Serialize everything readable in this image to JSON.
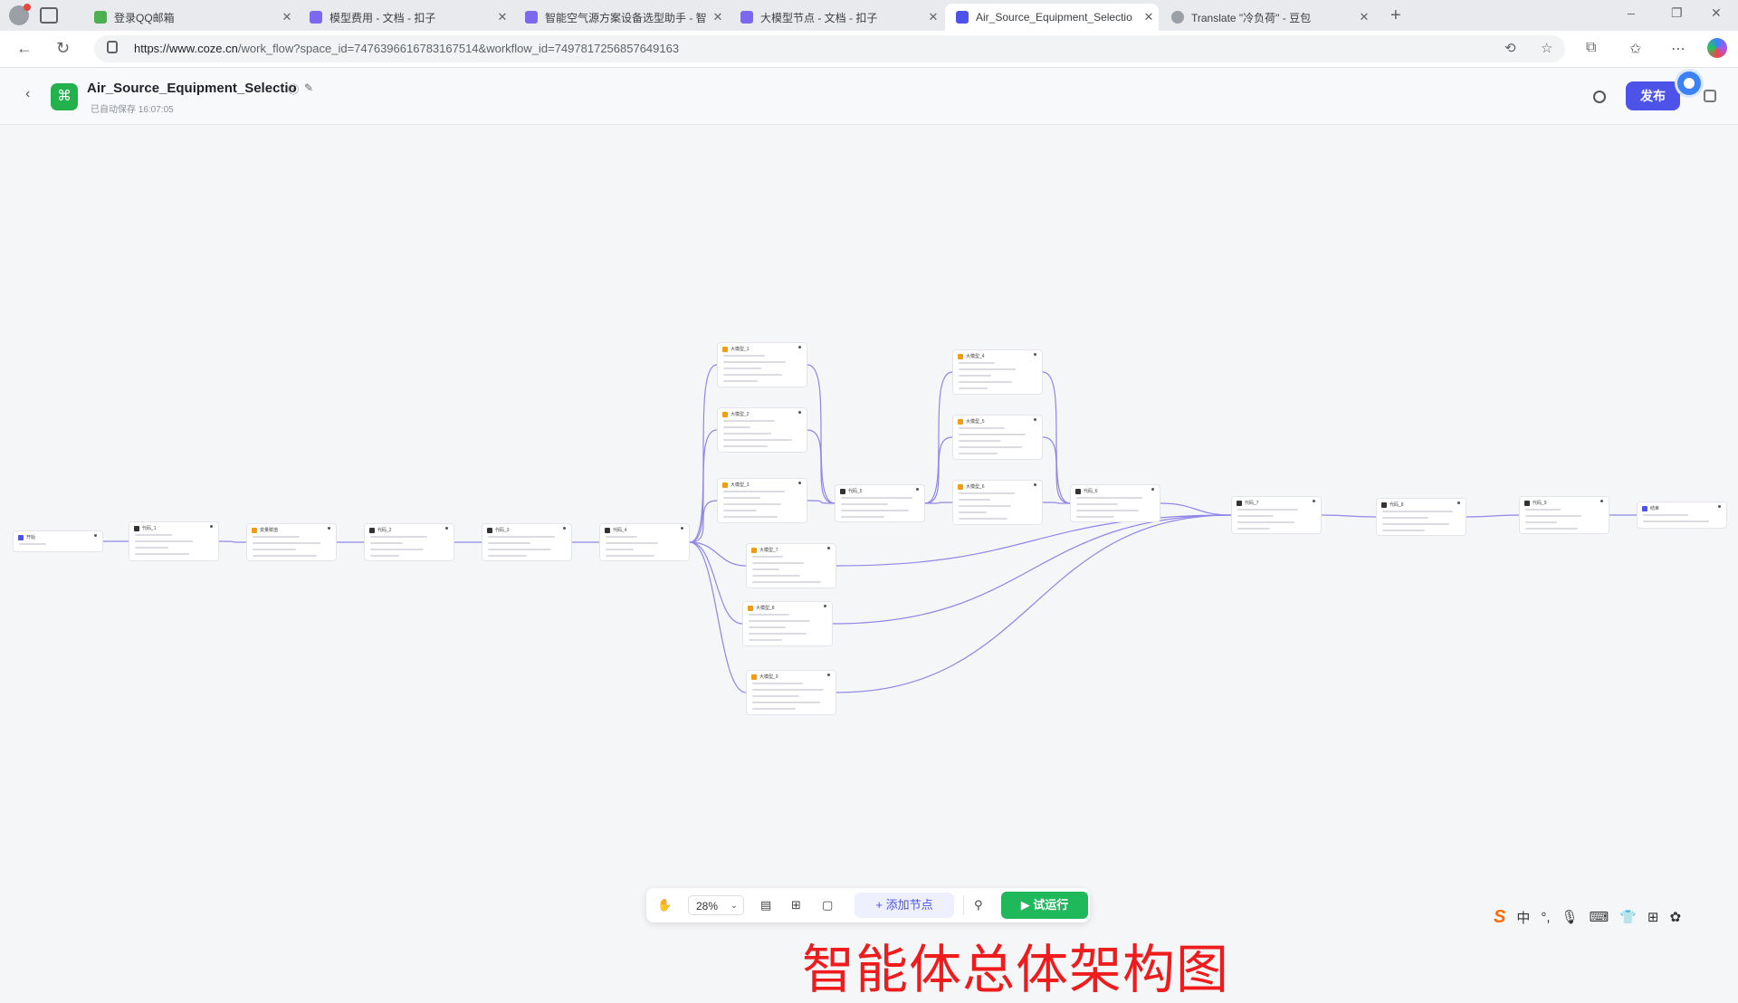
{
  "browser": {
    "tabs": [
      {
        "title": "登录QQ邮箱",
        "active": false
      },
      {
        "title": "模型费用 - 文档 - 扣子",
        "active": false
      },
      {
        "title": "智能空气源方案设备选型助手 - 智",
        "active": false
      },
      {
        "title": "大模型节点 - 文档 - 扣子",
        "active": false
      },
      {
        "title": "Air_Source_Equipment_Selectio",
        "active": true
      },
      {
        "title": "Translate \"冷负荷\" - 豆包",
        "active": false
      }
    ],
    "new_tab_label": "+",
    "url_domain": "https://www.coze.cn",
    "url_path": "/work_flow?space_id=7476396616783167514&workflow_id=7497817256857649163",
    "window_controls": {
      "minimize": "–",
      "restore": "❐",
      "close": "✕"
    }
  },
  "app": {
    "back_icon": "‹",
    "logo_glyph": "⌘",
    "title": "Air_Source_Equipment_Selectio",
    "info_icon": "ⓘ",
    "edit_icon": "✎",
    "saved_status": "已自动保存 16:07:05",
    "publish_label": "发布"
  },
  "canvas": {
    "caption": "智能体总体架构图",
    "nodes": [
      {
        "id": "start",
        "title": "开始",
        "color": "#4d53e8"
      },
      {
        "id": "code1",
        "title": "代码_1",
        "color": "#333333"
      },
      {
        "id": "var1",
        "title": "变量赋值",
        "color": "#f39c12"
      },
      {
        "id": "code2",
        "title": "代码_2",
        "color": "#333333"
      },
      {
        "id": "code3",
        "title": "代码_3",
        "color": "#333333"
      },
      {
        "id": "code4",
        "title": "代码_4",
        "color": "#333333"
      },
      {
        "id": "bA1",
        "title": "大模型_1",
        "color": "#f39c12"
      },
      {
        "id": "bA2",
        "title": "大模型_2",
        "color": "#f39c12"
      },
      {
        "id": "bA3",
        "title": "大模型_3",
        "color": "#f39c12"
      },
      {
        "id": "mid",
        "title": "代码_5",
        "color": "#333333"
      },
      {
        "id": "bB1",
        "title": "大模型_4",
        "color": "#f39c12"
      },
      {
        "id": "bB2",
        "title": "大模型_5",
        "color": "#f39c12"
      },
      {
        "id": "bB3",
        "title": "大模型_6",
        "color": "#f39c12"
      },
      {
        "id": "agg",
        "title": "代码_6",
        "color": "#333333"
      },
      {
        "id": "bC1",
        "title": "大模型_7",
        "color": "#f39c12"
      },
      {
        "id": "bC2",
        "title": "大模型_8",
        "color": "#f39c12"
      },
      {
        "id": "bC3",
        "title": "大模型_9",
        "color": "#f39c12"
      },
      {
        "id": "code7",
        "title": "代码_7",
        "color": "#333333"
      },
      {
        "id": "code8",
        "title": "代码_8",
        "color": "#333333"
      },
      {
        "id": "code9",
        "title": "代码_9",
        "color": "#333333"
      },
      {
        "id": "end",
        "title": "结束",
        "color": "#4d53e8"
      }
    ]
  },
  "toolbar": {
    "hand_icon": "✋",
    "zoom_value": "28%",
    "chevron": "⌄",
    "comment_icon": "▤",
    "layout_icon": "⊞",
    "minimap_icon": "▢",
    "add_node_label": "+ 添加节点",
    "debug_icon": "⚲",
    "run_label": "▶ 试运行"
  },
  "ime": {
    "logo": "S",
    "lang": "中",
    "punct": "°,",
    "mic": "🎙",
    "keyboard": "⌨",
    "skin": "👕",
    "grid": "⊞",
    "tools": "✿"
  }
}
